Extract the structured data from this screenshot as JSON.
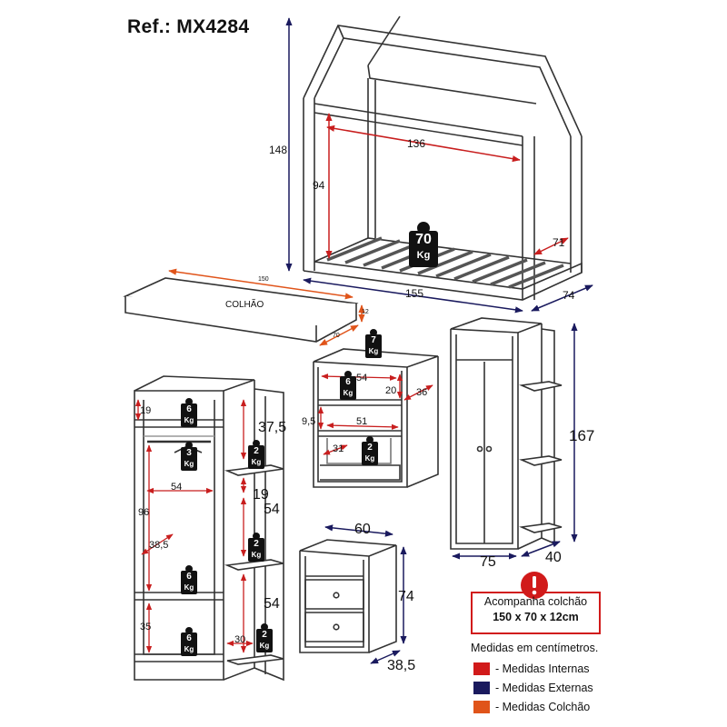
{
  "header": {
    "ref": "Ref.: MX4284"
  },
  "bed": {
    "height": "148",
    "inner_width": "136",
    "inner_height": "94",
    "inner_depth": "71",
    "weight": "70",
    "weight_unit": "Kg",
    "outer_width": "155",
    "outer_depth": "74"
  },
  "mattress": {
    "label": "COLHÃO",
    "length": "150",
    "width": "70",
    "height": "12"
  },
  "tall_shelf": {
    "dims": [
      "19",
      "96",
      "38,5",
      "54",
      "35",
      "30",
      "37,5",
      "19",
      "54",
      "54"
    ],
    "weights": [
      {
        "value": "6",
        "unit": "Kg"
      },
      {
        "value": "3",
        "unit": "Kg"
      },
      {
        "value": "6",
        "unit": "Kg"
      },
      {
        "value": "6",
        "unit": "Kg"
      },
      {
        "value": "2",
        "unit": "Kg"
      },
      {
        "value": "2",
        "unit": "Kg"
      },
      {
        "value": "2",
        "unit": "Kg"
      }
    ]
  },
  "dresser": {
    "weights": [
      {
        "value": "7",
        "unit": "Kg"
      },
      {
        "value": "6",
        "unit": "Kg"
      },
      {
        "value": "2",
        "unit": "Kg"
      }
    ],
    "dims": [
      "54",
      "20",
      "36",
      "9,5",
      "51",
      "31"
    ]
  },
  "wardrobe": {
    "height": "167",
    "width": "75",
    "depth": "40"
  },
  "nightstand": {
    "width": "60",
    "height": "74",
    "depth": "38,5"
  },
  "legend": {
    "line1": "Acompanha colchão",
    "line2": "150 x 70 x 12cm",
    "units_note": "Medidas em centímetros.",
    "items": [
      {
        "label": "- Medidas Internas",
        "color": "#d11a1a"
      },
      {
        "label": "- Medidas Externas",
        "color": "#1a1a5e"
      },
      {
        "label": "- Medidas Colchão",
        "color": "#e0541a"
      }
    ]
  }
}
